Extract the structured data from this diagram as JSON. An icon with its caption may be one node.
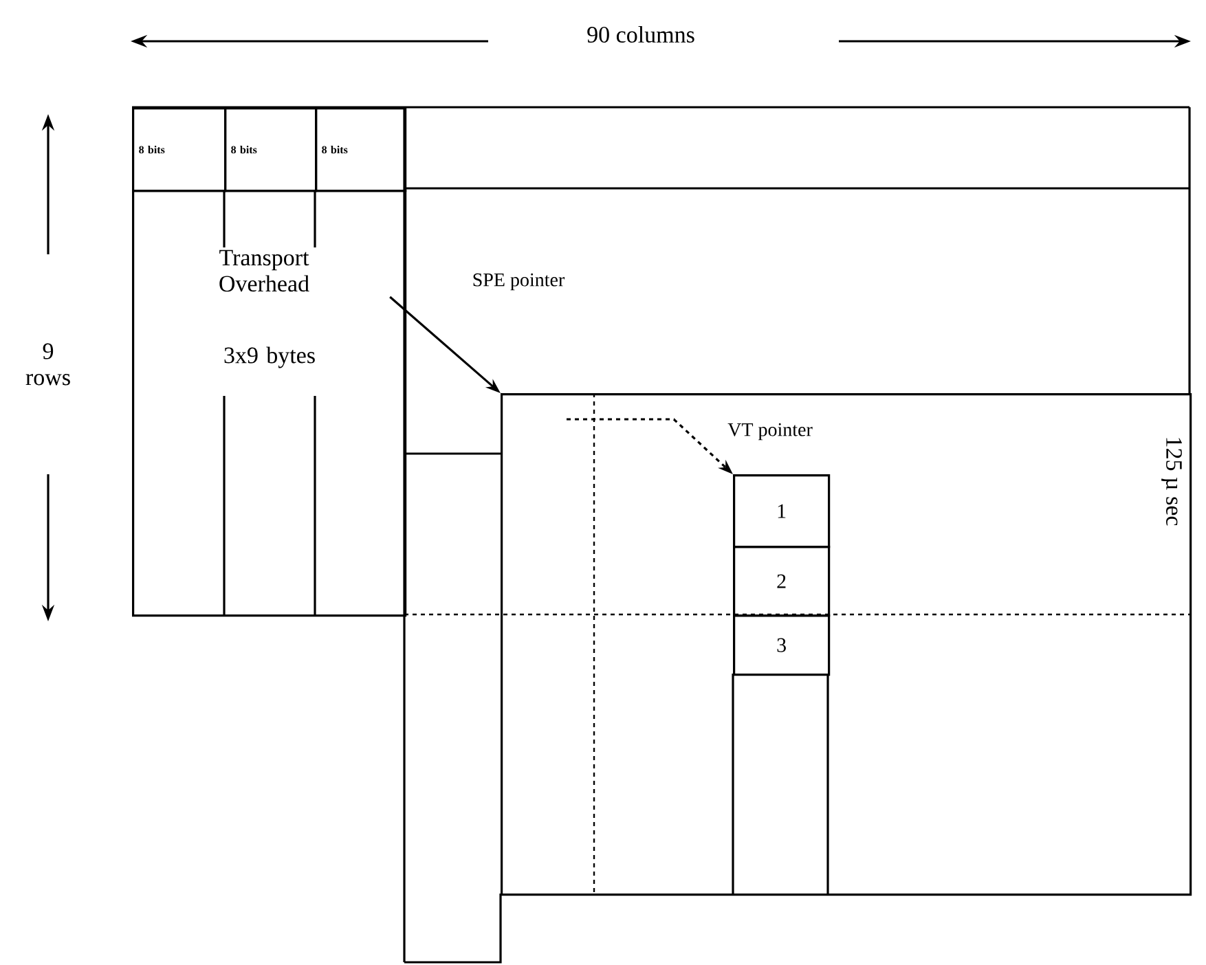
{
  "diagram": {
    "nodes": [
      {
        "text": [
          "8 bits"
        ]
      },
      {
        "text": [
          "8 bits"
        ]
      },
      {
        "text": [
          "8 bits"
        ]
      },
      {
        "text": [
          "Transport Overhead",
          "3x9 bytes"
        ]
      },
      {
        "text": [],
        "shape": "box"
      },
      {
        "text": [
          "1"
        ],
        "in": 4
      },
      {
        "text": [
          "2"
        ],
        "in": 4
      },
      {
        "text": [
          "3"
        ],
        "in": 4
      }
    ],
    "edges": [
      {
        "from": 3,
        "to": 4,
        "arrow": "to",
        "label": "SPE pointer"
      },
      {
        "from": null,
        "to": 5,
        "arrow": "to",
        "label": "VT pointer",
        "style": "dashed"
      }
    ],
    "labels": [
      "90 columns",
      "9 rows",
      "125 µ sec"
    ]
  }
}
